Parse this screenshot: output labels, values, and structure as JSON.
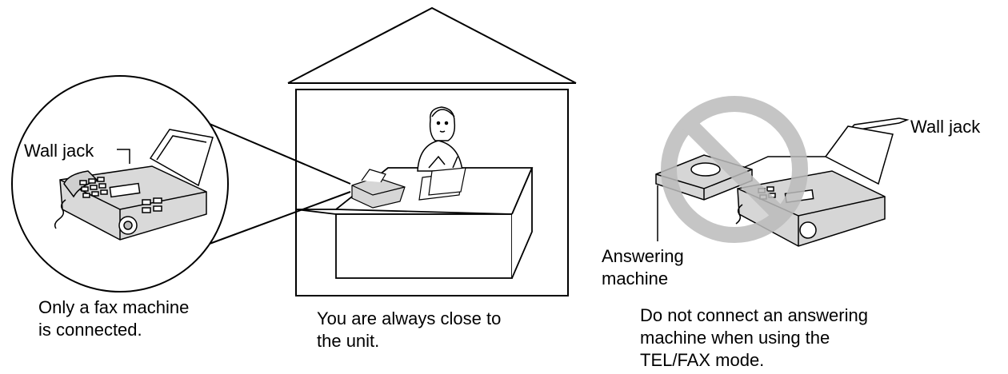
{
  "left_panel": {
    "wall_jack_label": "Wall jack",
    "caption_line1": "Only a fax machine",
    "caption_line2": "is connected."
  },
  "center_panel": {
    "caption_line1": "You are always close to",
    "caption_line2": "the unit."
  },
  "right_panel": {
    "wall_jack_label": "Wall jack",
    "answering_line1": "Answering",
    "answering_line2": "machine",
    "caption_line1": "Do not connect an answering",
    "caption_line2": "machine when using the",
    "caption_line3": "TEL/FAX mode."
  },
  "colors": {
    "line": "#000000",
    "prohibition": "#bbbbbb",
    "device_fill": "#d6d6d6"
  },
  "icons": [
    "fax-machine-icon",
    "woman-at-desk-icon",
    "answering-machine-icon",
    "prohibition-sign-icon"
  ]
}
